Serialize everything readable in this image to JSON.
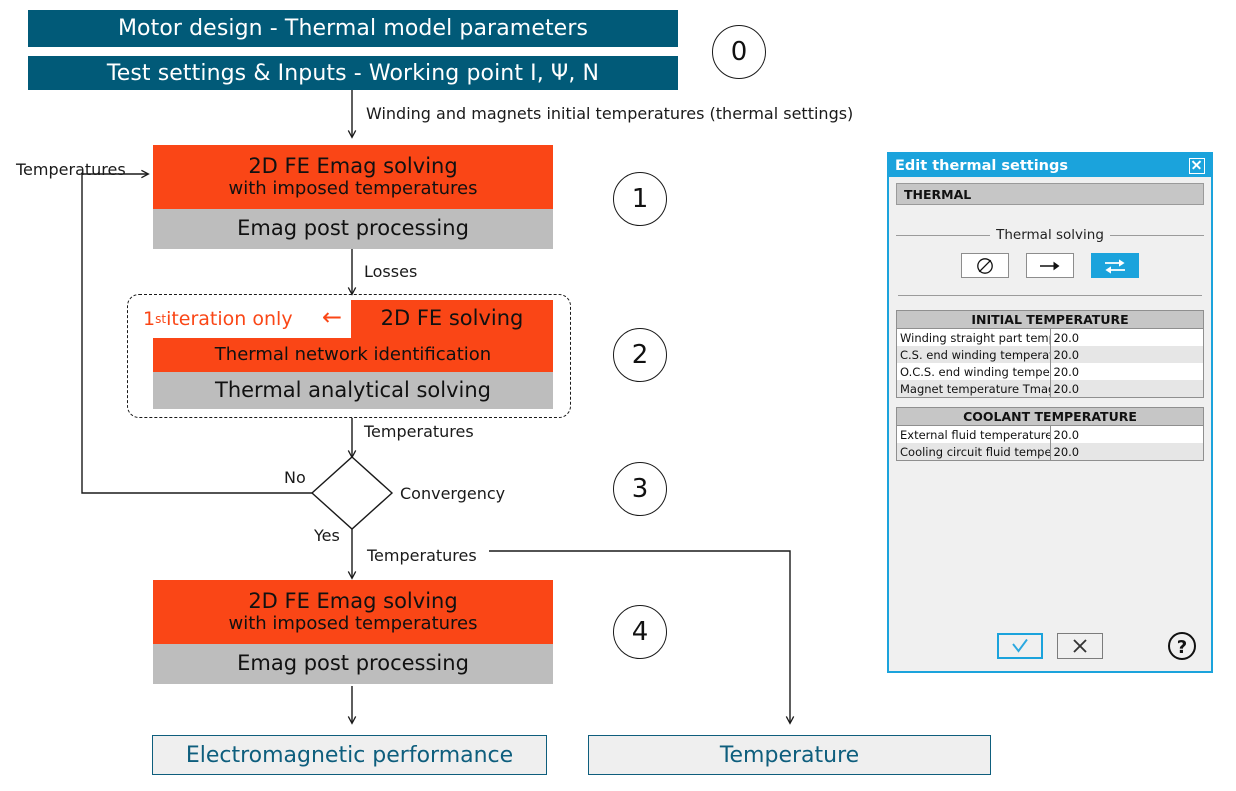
{
  "flow": {
    "header_bars": [
      {
        "label": "Motor design - Thermal model parameters"
      },
      {
        "label": "Test settings & Inputs - Working point I, Ψ, N"
      }
    ],
    "edge_labels": {
      "initial_temps": "Winding and magnets initial temperatures (thermal settings)",
      "feedback_temperatures": "Temperatures",
      "losses": "Losses",
      "temperatures_to_decision": "Temperatures",
      "temperatures_to_output": "Temperatures",
      "decision_no": "No",
      "decision_yes": "Yes",
      "decision_label": "Convergency"
    },
    "step1": {
      "title_line1": "2D FE Emag solving",
      "title_line2": "with imposed temperatures",
      "sub": "Emag post processing"
    },
    "step2": {
      "note": "1",
      "note_sup": "st",
      "note_rest": " iteration only",
      "note_arrow": "←",
      "row1": "2D FE solving",
      "row2": "Thermal network identification",
      "row3": "Thermal analytical solving"
    },
    "step4": {
      "title_line1": "2D FE Emag solving",
      "title_line2": "with imposed temperatures",
      "sub": "Emag post processing"
    },
    "step_markers": [
      "0",
      "1",
      "2",
      "3",
      "4"
    ],
    "results": [
      {
        "label": "Electromagnetic performance"
      },
      {
        "label": "Temperature"
      }
    ]
  },
  "dialog": {
    "title": "Edit thermal settings",
    "close_icon": "close-icon",
    "section_title": "THERMAL",
    "fieldset_legend": "Thermal solving",
    "solving_modes": [
      {
        "name": "no-thermal-icon",
        "glyph": "⊘",
        "selected": false
      },
      {
        "name": "one-way-arrow-icon",
        "glyph": "→",
        "selected": false
      },
      {
        "name": "two-way-arrow-icon",
        "glyph": "⇄",
        "selected": true
      }
    ],
    "tables": [
      {
        "header": "INITIAL TEMPERATURE",
        "rows": [
          {
            "label": "Winding straight part temperature (°C)",
            "value": "20.0"
          },
          {
            "label": "C.S. end winding temperature (°C)",
            "value": "20.0"
          },
          {
            "label": "O.C.S. end winding temperature (°C)",
            "value": "20.0"
          },
          {
            "label": "Magnet temperature Tmag (°C)",
            "value": "20.0"
          }
        ]
      },
      {
        "header": "COOLANT TEMPERATURE",
        "rows": [
          {
            "label": "External fluid temperature (°C)",
            "value": "20.0"
          },
          {
            "label": "Cooling circuit fluid temperature (°C)",
            "value": "20.0"
          }
        ]
      }
    ],
    "footer": {
      "ok_icon": "check-icon",
      "cancel_icon": "cross-icon",
      "help_icon": "question-mark-icon"
    }
  },
  "colors": {
    "teal": "#015A78",
    "orange": "#FA4616",
    "gray": "#BDBDBD",
    "dialog_blue": "#1BA3DC",
    "result_fill": "#EFEFEF"
  }
}
